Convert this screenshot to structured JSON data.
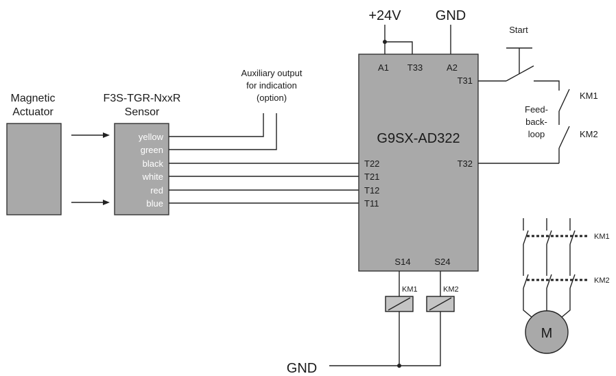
{
  "power": {
    "plus24v": "+24V",
    "gnd_top": "GND",
    "gnd_bottom": "GND"
  },
  "actuator": {
    "line1": "Magnetic",
    "line2": "Actuator"
  },
  "sensor": {
    "title_line1": "F3S-TGR-NxxR",
    "title_line2": "Sensor",
    "wires": [
      "yellow",
      "green",
      "black",
      "white",
      "red",
      "blue"
    ]
  },
  "aux_note": {
    "line1": "Auxiliary output",
    "line2": "for indication",
    "line3": "(option)"
  },
  "controller": {
    "name": "G9SX-AD322",
    "terminals": {
      "a1": "A1",
      "t33": "T33",
      "a2": "A2",
      "t31": "T31",
      "t32": "T32",
      "t22": "T22",
      "t21": "T21",
      "t12": "T12",
      "t11": "T11",
      "s14": "S14",
      "s24": "S24"
    }
  },
  "start": {
    "label": "Start"
  },
  "feedback": {
    "line1": "Feed-",
    "line2": "back-",
    "line3": "loop",
    "km1": "KM1",
    "km2": "KM2"
  },
  "relays": {
    "km1": "KM1",
    "km2": "KM2"
  },
  "contactors": {
    "km1": "KM1",
    "km2": "KM2"
  },
  "motor": {
    "label": "M"
  }
}
